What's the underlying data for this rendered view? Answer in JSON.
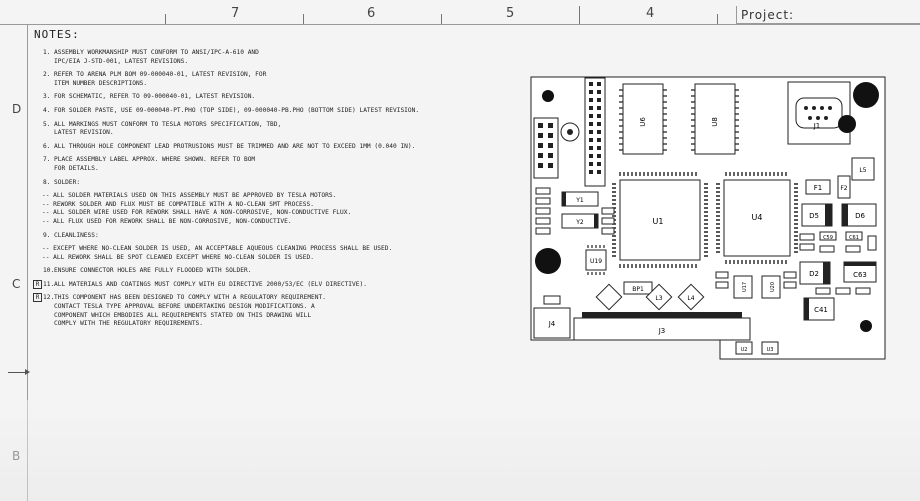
{
  "header": {
    "columns": [
      "7",
      "6",
      "5",
      "4"
    ],
    "project_label": "Project:"
  },
  "rows": [
    "D",
    "C",
    "B"
  ],
  "notes": {
    "title": "NOTES:",
    "items": [
      {
        "num": "1.",
        "text": "ASSEMBLY WORKMANSHIP MUST CONFORM TO ANSI/IPC-A-610 AND\nIPC/EIA J-STD-001, LATEST REVISIONS."
      },
      {
        "num": "2.",
        "text": "REFER TO ARENA PLM BOM 09-000040-01, LATEST REVISION, FOR\nITEM NUMBER DESCRIPTIONS."
      },
      {
        "num": "3.",
        "text": "FOR SCHEMATIC, REFER TO 09-000040-01, LATEST REVISION."
      },
      {
        "num": "4.",
        "text": "FOR SOLDER PASTE, USE 09-000040-PT.PHO (TOP SIDE), 09-000040-PB.PHO (BOTTOM SIDE) LATEST REVISION."
      },
      {
        "num": "5.",
        "text": "ALL MARKINGS MUST CONFORM TO TESLA MOTORS SPECIFICATION, TBD,\nLATEST REVISION."
      },
      {
        "num": "6.",
        "text": "ALL THROUGH HOLE COMPONENT LEAD PROTRUSIONS MUST BE TRIMMED AND ARE NOT TO EXCEED 1MM (0.040 IN)."
      },
      {
        "num": "7.",
        "text": "PLACE ASSEMBLY LABEL APPROX. WHERE SHOWN. REFER TO BOM\nFOR DETAILS."
      },
      {
        "num": "8.",
        "text": "SOLDER:"
      },
      {
        "num": "",
        "text": "-- ALL SOLDER MATERIALS USED ON THIS ASSEMBLY MUST BE APPROVED BY TESLA MOTORS.\n-- REWORK SOLDER AND FLUX MUST BE COMPATIBLE WITH A NO-CLEAN SMT PROCESS.\n-- ALL SOLDER WIRE USED FOR REWORK SHALL HAVE A NON-CORROSIVE, NON-CONDUCTIVE FLUX.\n-- ALL FLUX USED FOR REWORK SHALL BE NON-CORROSIVE, NON-CONDUCTIVE.",
        "sub": true
      },
      {
        "num": "9.",
        "text": "CLEANLINESS:"
      },
      {
        "num": "",
        "text": "-- EXCEPT WHERE NO-CLEAN SOLDER IS USED, AN ACCEPTABLE AQUEOUS CLEANING PROCESS SHALL BE USED.\n-- ALL REWORK SHALL BE SPOT CLEANED EXCEPT WHERE NO-CLEAN SOLDER IS USED.",
        "sub": true
      },
      {
        "num": "10.",
        "text": "ENSURE CONNECTOR HOLES ARE FULLY FLOODED WITH SOLDER."
      },
      {
        "num": "11.",
        "text": "ALL MATERIALS AND COATINGS MUST COMPLY WITH EU DIRECTIVE 2000/53/EC (ELV DIRECTIVE).",
        "rbox": "R"
      },
      {
        "num": "12.",
        "text": "THIS COMPONENT HAS BEEN DESIGNED TO COMPLY WITH A REGULATORY REQUIREMENT.\nCONTACT TESLA TYPE APPROVAL BEFORE UNDERTAKING DESIGN MODIFICATIONS. A\nCOMPONENT WHICH EMBODIES ALL REQUIREMENTS STATED ON THIS DRAWING WILL\nCOMPLY WITH THE REGULATORY REQUIREMENTS.",
        "rbox": "R"
      }
    ]
  },
  "pcb": {
    "labels": {
      "u6": "U6",
      "u8": "U8",
      "j1": "J1",
      "u1": "U1",
      "u4": "U4",
      "f1": "F1",
      "f2": "F2",
      "l5": "L5",
      "d5": "D5",
      "d6": "D6",
      "d2": "D2",
      "c63": "C63",
      "c41": "C41",
      "c59": "C59",
      "c61": "C61",
      "y1": "Y1",
      "y2": "Y2",
      "u19": "U19",
      "u17": "U17",
      "u20": "U20",
      "l3": "L3",
      "l4": "L4",
      "bp1": "BP1",
      "j4": "J4",
      "j3": "J3",
      "u2": "U2",
      "u3": "U3"
    }
  }
}
